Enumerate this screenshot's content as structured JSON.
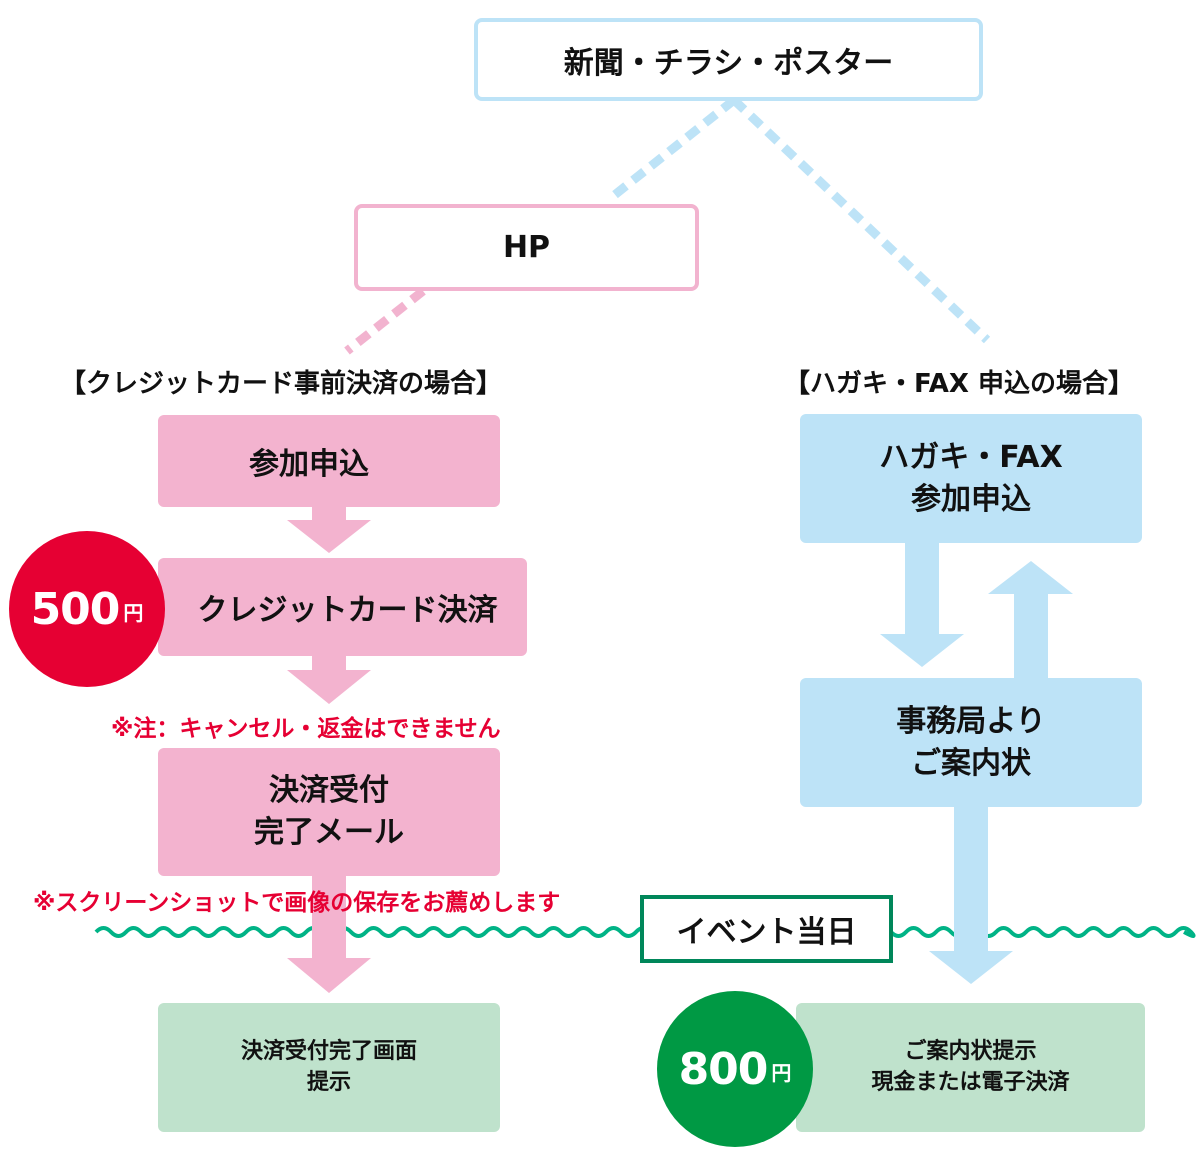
{
  "top_box": {
    "label": "新聞・チラシ・ポスター"
  },
  "hp_box": {
    "label": "HP"
  },
  "left_branch": {
    "heading": "【クレジットカード事前決済の場合】",
    "steps": [
      {
        "label": "参加申込"
      },
      {
        "label": "クレジットカード決済"
      },
      {
        "lines": [
          "決済受付",
          "完了メール"
        ]
      },
      {
        "lines": [
          "決済受付完了画面",
          "提示"
        ]
      }
    ],
    "price": {
      "amount": "500",
      "unit": "円"
    },
    "note_cancel": "※注：キャンセル・返金はできません",
    "note_screenshot": "※スクリーンショットで画像の保存をお薦めします"
  },
  "right_branch": {
    "heading": "【ハガキ・FAX 申込の場合】",
    "steps": [
      {
        "lines": [
          "ハガキ・FAX",
          "参加申込"
        ]
      },
      {
        "lines": [
          "事務局より",
          "ご案内状"
        ]
      },
      {
        "lines": [
          "ご案内状提示",
          "現金または電子決済"
        ]
      }
    ],
    "price": {
      "amount": "800",
      "unit": "円"
    }
  },
  "event_day": {
    "label": "イベント当日"
  },
  "colors": {
    "pink": "#f3b3cf",
    "blue": "#bde3f7",
    "mint": "#bfe2cc",
    "red": "#e60033",
    "green": "#009944",
    "wave": "#00b386",
    "event_border": "#00875a"
  }
}
